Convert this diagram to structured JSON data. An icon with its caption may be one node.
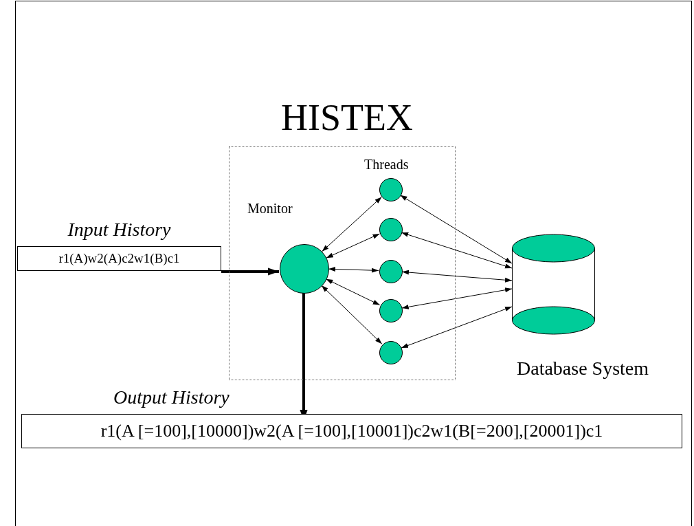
{
  "diagram": {
    "title": "HISTEX",
    "nodes": [
      {
        "text": [],
        "shape": "box"
      },
      {
        "text": [
          "Input History",
          "r1(A)w2(A)c2w1(B)c1"
        ]
      },
      {
        "text": [],
        "shape": "circle",
        "in": 0,
        "beside": [
          "Monitor"
        ]
      },
      {
        "text": [],
        "shape": "circle",
        "in": 0
      },
      {
        "text": [],
        "shape": "circle",
        "in": 0
      },
      {
        "text": [],
        "shape": "circle",
        "in": 0
      },
      {
        "text": [],
        "shape": "circle",
        "in": 0
      },
      {
        "text": [],
        "shape": "circle",
        "in": 0
      },
      {
        "text": [],
        "shape": "cylinder",
        "beside": [
          "Database System"
        ]
      },
      {
        "text": [
          "Output History",
          "r1(A [=100],[10000])w2(A [=100],[10001])c2w1(B[=200],[20001])c1"
        ]
      }
    ],
    "edges": [
      {
        "from": 1,
        "to": 2,
        "arrow": "to",
        "style": "thick"
      },
      {
        "from": 2,
        "to": 9,
        "arrow": "to",
        "style": "thick"
      },
      {
        "from": 2,
        "to": 3,
        "arrow": "both"
      },
      {
        "from": 2,
        "to": 4,
        "arrow": "both"
      },
      {
        "from": 2,
        "to": 5,
        "arrow": "both"
      },
      {
        "from": 2,
        "to": 6,
        "arrow": "both"
      },
      {
        "from": 2,
        "to": 7,
        "arrow": "both"
      },
      {
        "from": 3,
        "to": 8,
        "arrow": "both"
      },
      {
        "from": 4,
        "to": 8,
        "arrow": "both"
      },
      {
        "from": 5,
        "to": 8,
        "arrow": "both"
      },
      {
        "from": 6,
        "to": 8,
        "arrow": "both"
      },
      {
        "from": 7,
        "to": 8,
        "arrow": "both"
      }
    ],
    "labels": [
      "Threads"
    ]
  }
}
